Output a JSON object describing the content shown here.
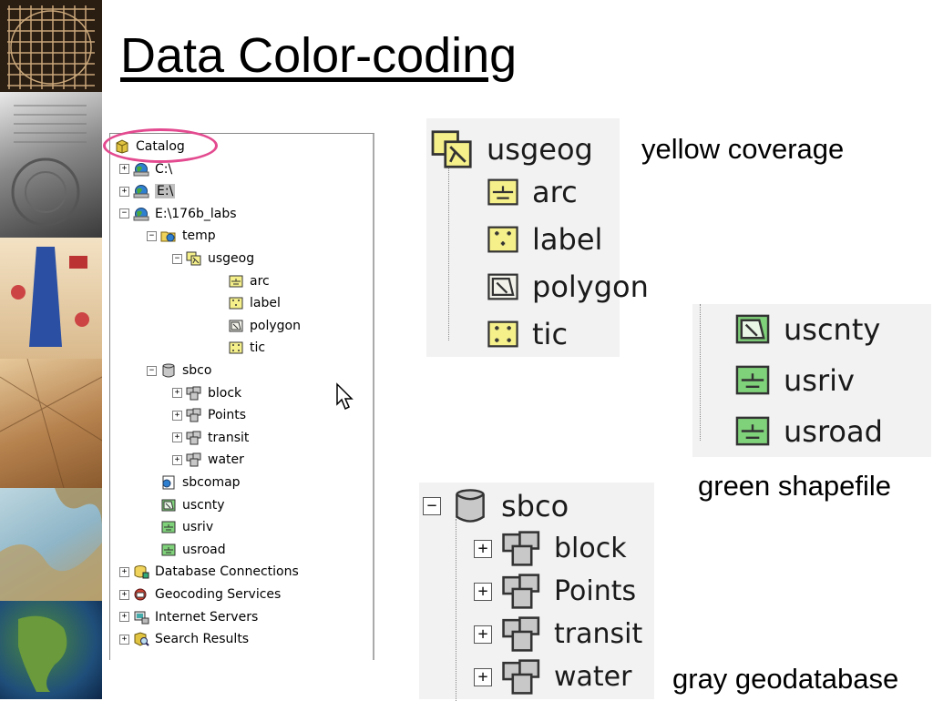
{
  "slide": {
    "title": "Data Color-coding"
  },
  "catalog": {
    "items": [
      {
        "label": "Catalog",
        "level": 0,
        "icon": "catalog-icon",
        "expander": "none",
        "name": "tree-item-catalog"
      },
      {
        "label": "C:\\",
        "level": 1,
        "icon": "drive-icon",
        "expander": "+",
        "name": "tree-item-c-drive"
      },
      {
        "label": "E:\\",
        "level": 1,
        "icon": "drive-icon",
        "expander": "+",
        "name": "tree-item-e-drive",
        "selected": true
      },
      {
        "label": "E:\\176b_labs",
        "level": 1,
        "icon": "drive-icon",
        "expander": "-",
        "name": "tree-item-176b-labs"
      },
      {
        "label": "temp",
        "level": 2,
        "icon": "folder-icon",
        "expander": "-",
        "name": "tree-item-temp"
      },
      {
        "label": "usgeog",
        "level": 3,
        "icon": "coverage-icon",
        "expander": "-",
        "name": "tree-item-usgeog"
      },
      {
        "label": "arc",
        "level": 4,
        "icon": "coverage-arc-icon",
        "expander": "none",
        "name": "tree-item-arc"
      },
      {
        "label": "label",
        "level": 4,
        "icon": "coverage-label-icon",
        "expander": "none",
        "name": "tree-item-label"
      },
      {
        "label": "polygon",
        "level": 4,
        "icon": "coverage-polygon-icon",
        "expander": "none",
        "name": "tree-item-polygon"
      },
      {
        "label": "tic",
        "level": 4,
        "icon": "coverage-tic-icon",
        "expander": "none",
        "name": "tree-item-tic"
      },
      {
        "label": "sbco",
        "level": 2,
        "icon": "geodatabase-icon",
        "expander": "-",
        "name": "tree-item-sbco"
      },
      {
        "label": "block",
        "level": 3,
        "icon": "feature-dataset-icon",
        "expander": "+",
        "name": "tree-item-block"
      },
      {
        "label": "Points",
        "level": 3,
        "icon": "feature-dataset-icon",
        "expander": "+",
        "name": "tree-item-points"
      },
      {
        "label": "transit",
        "level": 3,
        "icon": "feature-dataset-icon",
        "expander": "+",
        "name": "tree-item-transit"
      },
      {
        "label": "water",
        "level": 3,
        "icon": "feature-dataset-icon",
        "expander": "+",
        "name": "tree-item-water"
      },
      {
        "label": "sbcomap",
        "level": 2,
        "icon": "map-document-icon",
        "expander": "none",
        "name": "tree-item-sbcomap"
      },
      {
        "label": "uscnty",
        "level": 2,
        "icon": "shapefile-polygon-icon",
        "expander": "none",
        "name": "tree-item-uscnty"
      },
      {
        "label": "usriv",
        "level": 2,
        "icon": "shapefile-line-icon",
        "expander": "none",
        "name": "tree-item-usriv"
      },
      {
        "label": "usroad",
        "level": 2,
        "icon": "shapefile-line-icon",
        "expander": "none",
        "name": "tree-item-usroad"
      },
      {
        "label": "Database Connections",
        "level": 1,
        "icon": "database-connections-icon",
        "expander": "+",
        "name": "tree-item-database-connections"
      },
      {
        "label": "Geocoding Services",
        "level": 1,
        "icon": "geocoding-icon",
        "expander": "+",
        "name": "tree-item-geocoding-services"
      },
      {
        "label": "Internet Servers",
        "level": 1,
        "icon": "internet-servers-icon",
        "expander": "+",
        "name": "tree-item-internet-servers"
      },
      {
        "label": "Search Results",
        "level": 1,
        "icon": "search-results-icon",
        "expander": "+",
        "name": "tree-item-search-results"
      }
    ]
  },
  "zoom_coverage": {
    "parent": "usgeog",
    "children": [
      "arc",
      "label",
      "polygon",
      "tic"
    ],
    "caption": "yellow coverage"
  },
  "zoom_shapefile": {
    "items": [
      "uscnty",
      "usriv",
      "usroad"
    ],
    "caption": "green shapefile"
  },
  "zoom_geodatabase": {
    "parent": "sbco",
    "children": [
      "block",
      "Points",
      "transit",
      "water"
    ],
    "caption": "gray geodatabase"
  },
  "colors": {
    "coverage": "#f5f08a",
    "shapefile": "#7fd17a",
    "geodatabase": "#c8c8c8",
    "highlight_ellipse": "#e34a8f"
  }
}
